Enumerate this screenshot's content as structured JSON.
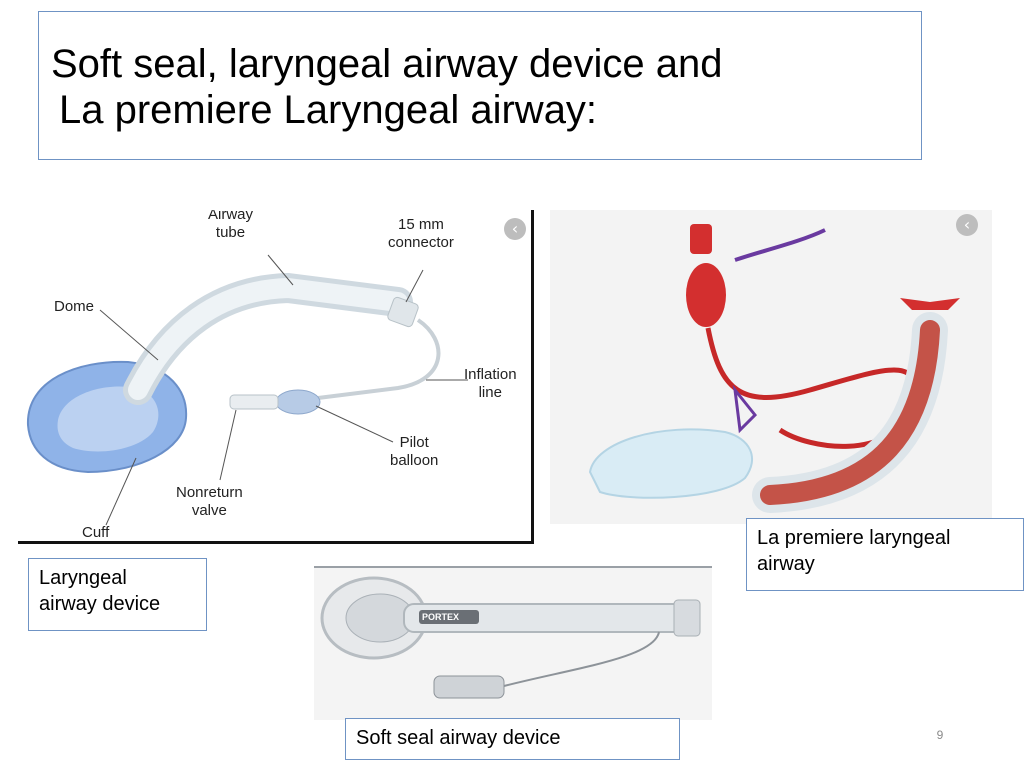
{
  "slide": {
    "title_line1": "Soft seal, laryngeal airway device and",
    "title_line2": "La premiere Laryngeal airway:",
    "page_number": "9"
  },
  "lma_diagram": {
    "labels": {
      "airway_tube_1": "Airway",
      "airway_tube_2": "tube",
      "connector_1": "15 mm",
      "connector_2": "connector",
      "dome": "Dome",
      "inflation_1": "Inflation",
      "inflation_2": "line",
      "pilot_1": "Pilot",
      "pilot_2": "balloon",
      "nonreturn_1": "Nonreturn",
      "nonreturn_2": "valve",
      "cuff": "Cuff"
    },
    "colors": {
      "cuff": "#8fb3e8",
      "tube": "#e6edf2"
    }
  },
  "captions": {
    "lma_line1": "Laryngeal",
    "lma_line2": "airway device",
    "lp_line1": "La premiere laryngeal",
    "lp_line2": "airway",
    "ss": "Soft seal airway device"
  },
  "soft_seal_image": {
    "brand": "PORTEX"
  },
  "icons": {
    "nav": "chevron-left-icon"
  }
}
